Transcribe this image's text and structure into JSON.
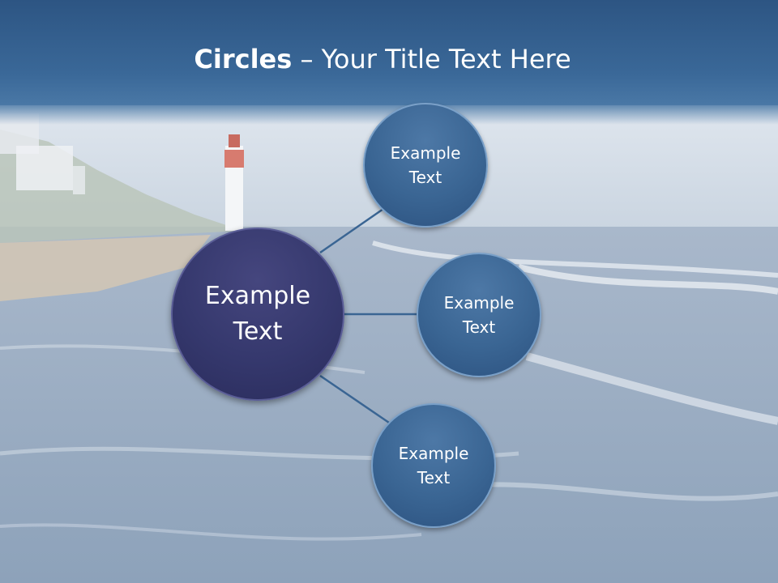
{
  "slide": {
    "title_bold": "Circles",
    "title_rest": " – Your Title Text Here"
  },
  "diagram": {
    "center": {
      "label": "Example Text"
    },
    "nodes": [
      {
        "label": "Example Text"
      },
      {
        "label": "Example Text"
      },
      {
        "label": "Example Text"
      }
    ]
  },
  "colors": {
    "title_bar": "#3a6898",
    "center_circle": "#35386d",
    "outer_circle": "#3a6593",
    "connector": "#3a6593"
  }
}
